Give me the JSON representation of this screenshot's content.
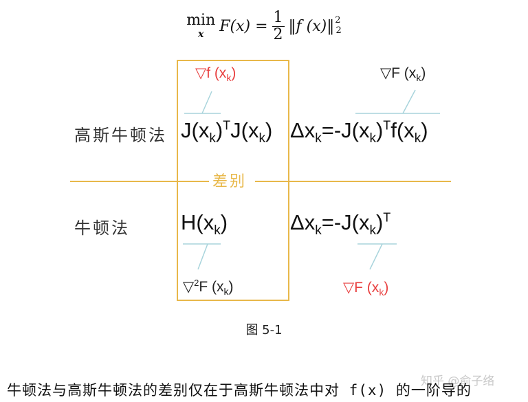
{
  "formula": {
    "min": "min",
    "min_sub": "x",
    "lhs": "F(x) =",
    "frac_num": "1",
    "frac_den": "2",
    "norm": "‖f (x)‖",
    "sup": "2",
    "sub": "2"
  },
  "rows": {
    "gauss_newton": {
      "label": "高斯牛顿法",
      "lhs_a": "J(x",
      "lhs_b": ")",
      "lhs_sup": "T",
      "lhs_c": "J(x",
      "lhs_d": ")",
      "rhs_a": "Δx",
      "rhs_b": "=-J(x",
      "rhs_c": ")",
      "rhs_sup": "T",
      "rhs_d": "f(x",
      "rhs_e": ")",
      "k": "k"
    },
    "newton": {
      "label": "牛顿法",
      "lhs_a": "H(x",
      "lhs_b": ")",
      "rhs_a": "Δx",
      "rhs_b": "=-J(x",
      "rhs_c": ")",
      "rhs_sup": "T",
      "k": "k"
    }
  },
  "annotations": {
    "top_left": {
      "a": "▽f (x",
      "b": ")",
      "k": "k",
      "color": "#e84040"
    },
    "top_right": {
      "a": "▽F (x",
      "b": ")",
      "k": "k",
      "color": "#222222"
    },
    "bottom_left": {
      "a": "▽",
      "sup": "2",
      "b": "F (x",
      "c": ")",
      "k": "k",
      "color": "#222222"
    },
    "bottom_right": {
      "a": "▽F (x",
      "b": ")",
      "k": "k",
      "color": "#e84040"
    }
  },
  "divider_label": "差别",
  "caption": "图 5-1",
  "body_text": "牛顿法与高斯牛顿法的差别仅在于高斯牛顿法中对 f(x) 的一阶导的",
  "watermark": "知乎 @俞子络",
  "colors": {
    "accent": "#e8b84a",
    "red": "#e84040",
    "connector": "#a8d4dc"
  }
}
